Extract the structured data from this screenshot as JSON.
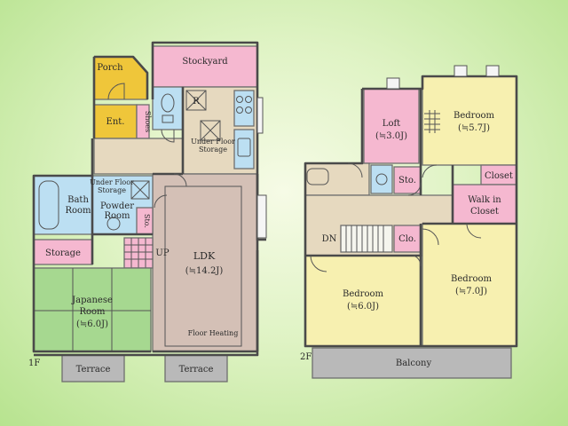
{
  "floors": {
    "first": "1F",
    "second": "2F"
  },
  "rooms_1f": {
    "porch": "Porch",
    "stockyard": "Stockyard",
    "entrance": "Ent.",
    "shoes": "Shoes",
    "refrigerator": "R",
    "underfloor_kitchen": [
      "Under Floor",
      "Storage"
    ],
    "bath_room": [
      "Bath",
      "Room"
    ],
    "powder_room": [
      "Powder",
      "Room"
    ],
    "underfloor_powder": [
      "Under Floor",
      "Storage"
    ],
    "sto": "Sto.",
    "storage": "Storage",
    "up": "UP",
    "ldk": "LDK",
    "ldk_size": "(≒14.2J)",
    "floor_heating": "Floor Heating",
    "japanese": [
      "Japanese",
      "Room"
    ],
    "japanese_size": "(≒6.0J)",
    "terrace_left": "Terrace",
    "terrace_right": "Terrace"
  },
  "rooms_2f": {
    "loft": "Loft",
    "loft_size": "(≒3.0J)",
    "bedroom_top": "Bedroom",
    "bedroom_top_size": "(≒5.7J)",
    "sto": "Sto.",
    "closet": "Closet",
    "walk_in": [
      "Walk in",
      "Closet"
    ],
    "dn": "DN",
    "clo": "Clo.",
    "bedroom_left": "Bedroom",
    "bedroom_left_size": "(≒6.0J)",
    "bedroom_right": "Bedroom",
    "bedroom_right_size": "(≒7.0J)",
    "balcony": "Balcony"
  },
  "colors": {
    "pink": "#f5b8d0",
    "yellow": "#f7f0b0",
    "gold": "#efc63a",
    "blue": "#bcdff2",
    "beige": "#e6d9bf",
    "tan": "#d4c0b6",
    "green": "#a6d890",
    "gray": "#b9b9b9"
  }
}
